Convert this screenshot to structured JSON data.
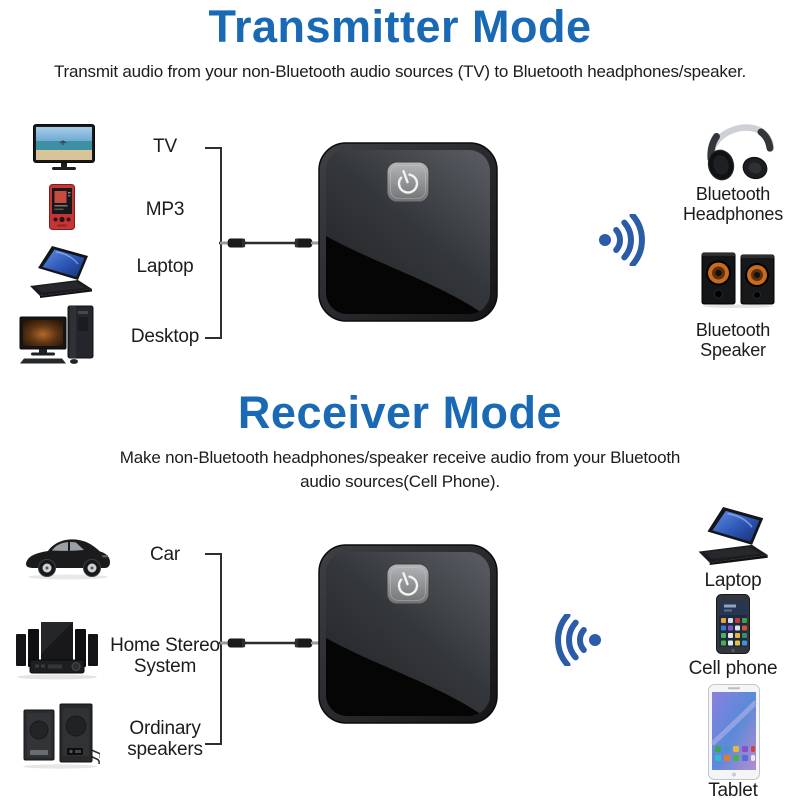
{
  "colors": {
    "title_blue": "#1a69b4",
    "signal_blue": "#2b5ca7",
    "text_dark": "#1c1c1c"
  },
  "device": {
    "name": "Bluetooth transmitter/receiver adapter",
    "button_icon": "power-button-icon"
  },
  "transmitter": {
    "title": "Transmitter Mode",
    "subtitle": "Transmit audio from your non-Bluetooth audio sources (TV) to Bluetooth headphones/speaker.",
    "sources": [
      {
        "icon": "tv-icon",
        "label": "TV"
      },
      {
        "icon": "mp3-player-icon",
        "label": "MP3"
      },
      {
        "icon": "laptop-icon",
        "label": "Laptop"
      },
      {
        "icon": "desktop-pc-icon",
        "label": "Desktop"
      }
    ],
    "outputs": [
      {
        "icon": "bluetooth-headphones-icon",
        "label": "Bluetooth\nHeadphones"
      },
      {
        "icon": "bluetooth-speaker-icon",
        "label": "Bluetooth\nSpeaker"
      }
    ]
  },
  "receiver": {
    "title": "Receiver Mode",
    "subtitle": "Make non-Bluetooth headphones/speaker receive audio from your Bluetooth\naudio sources(Cell Phone).",
    "outputs": [
      {
        "icon": "car-icon",
        "label": "Car"
      },
      {
        "icon": "home-stereo-icon",
        "label": "Home Stereo\nSystem"
      },
      {
        "icon": "ordinary-speakers-icon",
        "label": "Ordinary\nspeakers"
      }
    ],
    "sources": [
      {
        "icon": "laptop-icon",
        "label": "Laptop"
      },
      {
        "icon": "cell-phone-icon",
        "label": "Cell phone"
      },
      {
        "icon": "tablet-icon",
        "label": "Tablet"
      }
    ]
  }
}
